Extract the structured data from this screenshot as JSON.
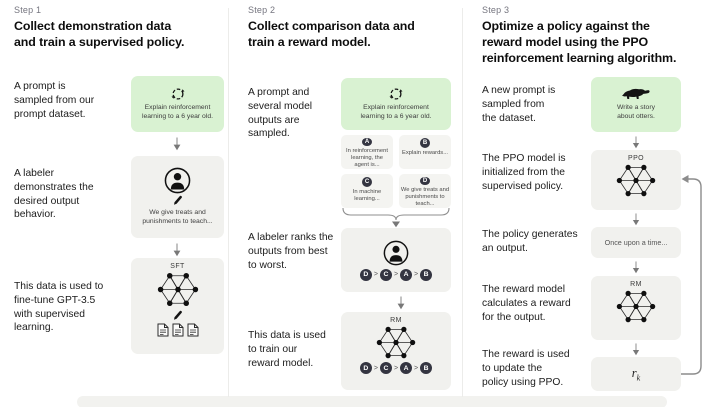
{
  "colors": {
    "prompt_box_bg": "#d9f2d2",
    "model_box_bg": "#f1f1ee",
    "output_chip_bg": "#f4f4f1",
    "badge_bg": "#343541",
    "divider": "#ececea"
  },
  "icons": {
    "prompt_icon": "refresh-cycle",
    "labeler_icon": "person-in-circle",
    "write_icon": "pencil",
    "data_icon": "documents",
    "model_icon": "neural-network",
    "otter_icon": "otter-silhouette",
    "flow_icon": "arrow-down",
    "loop_icon": "feedback-loop-arrow",
    "group_icon": "curly-brace"
  },
  "rank_separator": ">",
  "steps": [
    {
      "label": "Step 1",
      "heading": "Collect demonstration data\nand train a supervised policy.",
      "captions": {
        "prompt": "A prompt is\nsampled from our\nprompt dataset.",
        "labeler": "A labeler\ndemonstrates the\ndesired output\nbehavior.",
        "finetune": "This data is used to\nfine-tune GPT-3.5\nwith supervised\nlearning."
      },
      "prompt_box": "Explain reinforcement\nlearning to a 6 year old.",
      "demo_box": "We give treats and\npunishments to teach...",
      "sft_label": "SFT"
    },
    {
      "label": "Step 2",
      "heading": "Collect comparison data and\ntrain a reward model.",
      "captions": {
        "sampled": "A prompt and\nseveral model\noutputs are\nsampled.",
        "ranks": "A labeler ranks the\noutputs from best\nto worst.",
        "train": "This data is used\nto train our\nreward model."
      },
      "prompt_box": "Explain reinforcement\nlearning to a 6 year old.",
      "outputs": [
        {
          "letter": "A",
          "text": "In reinforcement\nlearning, the\nagent is..."
        },
        {
          "letter": "B",
          "text": "Explain rewards..."
        },
        {
          "letter": "C",
          "text": "In machine\nlearning..."
        },
        {
          "letter": "D",
          "text": "We give treats and\npunishments to\nteach..."
        }
      ],
      "ranking": [
        "D",
        "C",
        "A",
        "B"
      ],
      "rm_label": "RM"
    },
    {
      "label": "Step 3",
      "heading": "Optimize a policy against the\nreward model using the PPO\nreinforcement learning algorithm.",
      "captions": {
        "new_prompt": "A new prompt is\nsampled from\nthe dataset.",
        "ppo_init": "The PPO model is\ninitialized from the\nsupervised policy.",
        "generates": "The policy generates\nan output.",
        "reward_calc": "The reward model\ncalculates a reward\nfor the output.",
        "update": "The reward is used\nto update the\npolicy using PPO."
      },
      "prompt_box": "Write a story\nabout otters.",
      "ppo_label": "PPO",
      "output_box": "Once upon a time...",
      "rm_label": "RM",
      "reward_symbol": "r",
      "reward_subscript": "k"
    }
  ]
}
